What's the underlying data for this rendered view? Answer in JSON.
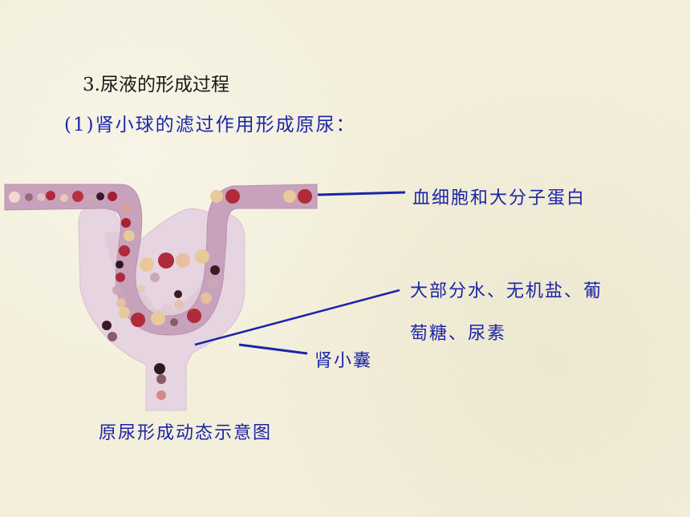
{
  "title": "3.尿液的形成过程",
  "subtitle": "(1)肾小球的滤过作用形成原尿：",
  "labels": {
    "blood": "血细胞和大分子蛋白",
    "water_line1": "大部分水、无机盐、葡",
    "water_line2": "萄糖、尿素",
    "capsule": "肾小囊"
  },
  "caption": "原尿形成动态示意图",
  "colors": {
    "accent": "#1a24a8",
    "capsule_fill": "#e4d2de",
    "vessel_fill": "#c9a0bc",
    "background": "#f4f0dc"
  }
}
